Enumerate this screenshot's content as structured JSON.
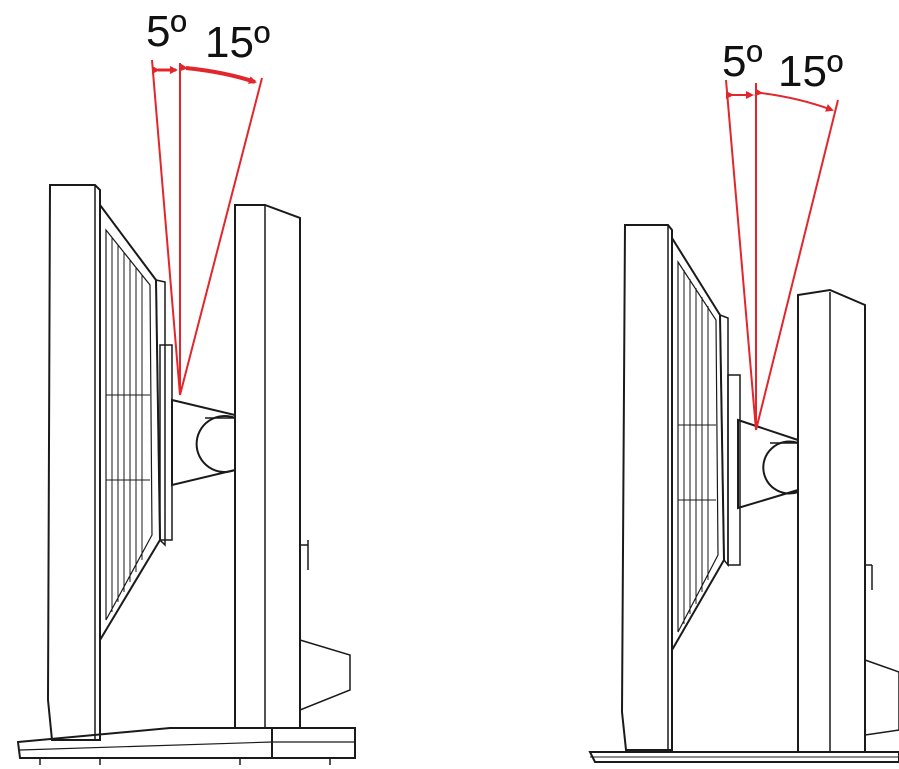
{
  "figures": [
    {
      "id": "left",
      "labels": {
        "back_tilt": "5º",
        "forward_tilt": "15º"
      }
    },
    {
      "id": "right",
      "labels": {
        "back_tilt": "5º",
        "forward_tilt": "15º"
      }
    }
  ],
  "colors": {
    "line": "#1a1a1a",
    "accent": "#e2262b"
  }
}
